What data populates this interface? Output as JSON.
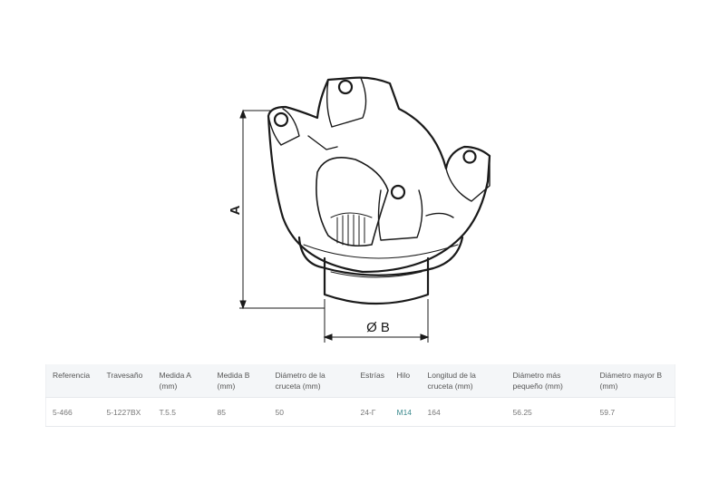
{
  "drawing": {
    "dimension_a_label": "A",
    "dimension_b_label": "Ø B"
  },
  "table": {
    "headers": [
      "Referencia",
      "Travesaño",
      "Medida A (mm)",
      "Medida B (mm)",
      "Diámetro de la cruceta (mm)",
      "Estrías",
      "Hilo",
      "Longitud de la cruceta (mm)",
      "Diámetro más pequeño (mm)",
      "Diámetro mayor B (mm)"
    ],
    "row": [
      "5-466",
      "5-1227BX",
      "T.5.5",
      "85",
      "50",
      "24-Г",
      "M14",
      "164",
      "56.25",
      "59.7"
    ]
  }
}
